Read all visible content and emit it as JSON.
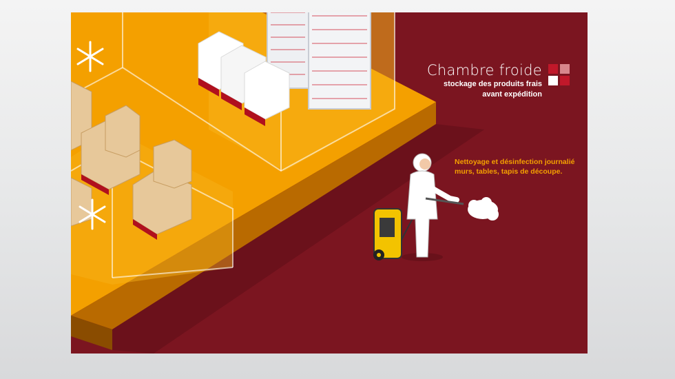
{
  "zone": {
    "title": "Chambre froide",
    "subtitle_line1": "stockage des produits frais",
    "subtitle_line2": "avant expédition"
  },
  "cleaning": {
    "line1": "Nettoyage et désinfection journalié",
    "line2": "murs, tables, tapis de découpe."
  },
  "colors": {
    "background_red": "#7b1520",
    "floor_orange": "#f4a000",
    "floor_edge": "#b96a00",
    "text_orange": "#f4a000",
    "logo_light": "#d8868c",
    "logo_dark": "#c0182a"
  },
  "icons": [
    "snowflake-icon",
    "snowflake-icon",
    "logo-squares-icon"
  ]
}
